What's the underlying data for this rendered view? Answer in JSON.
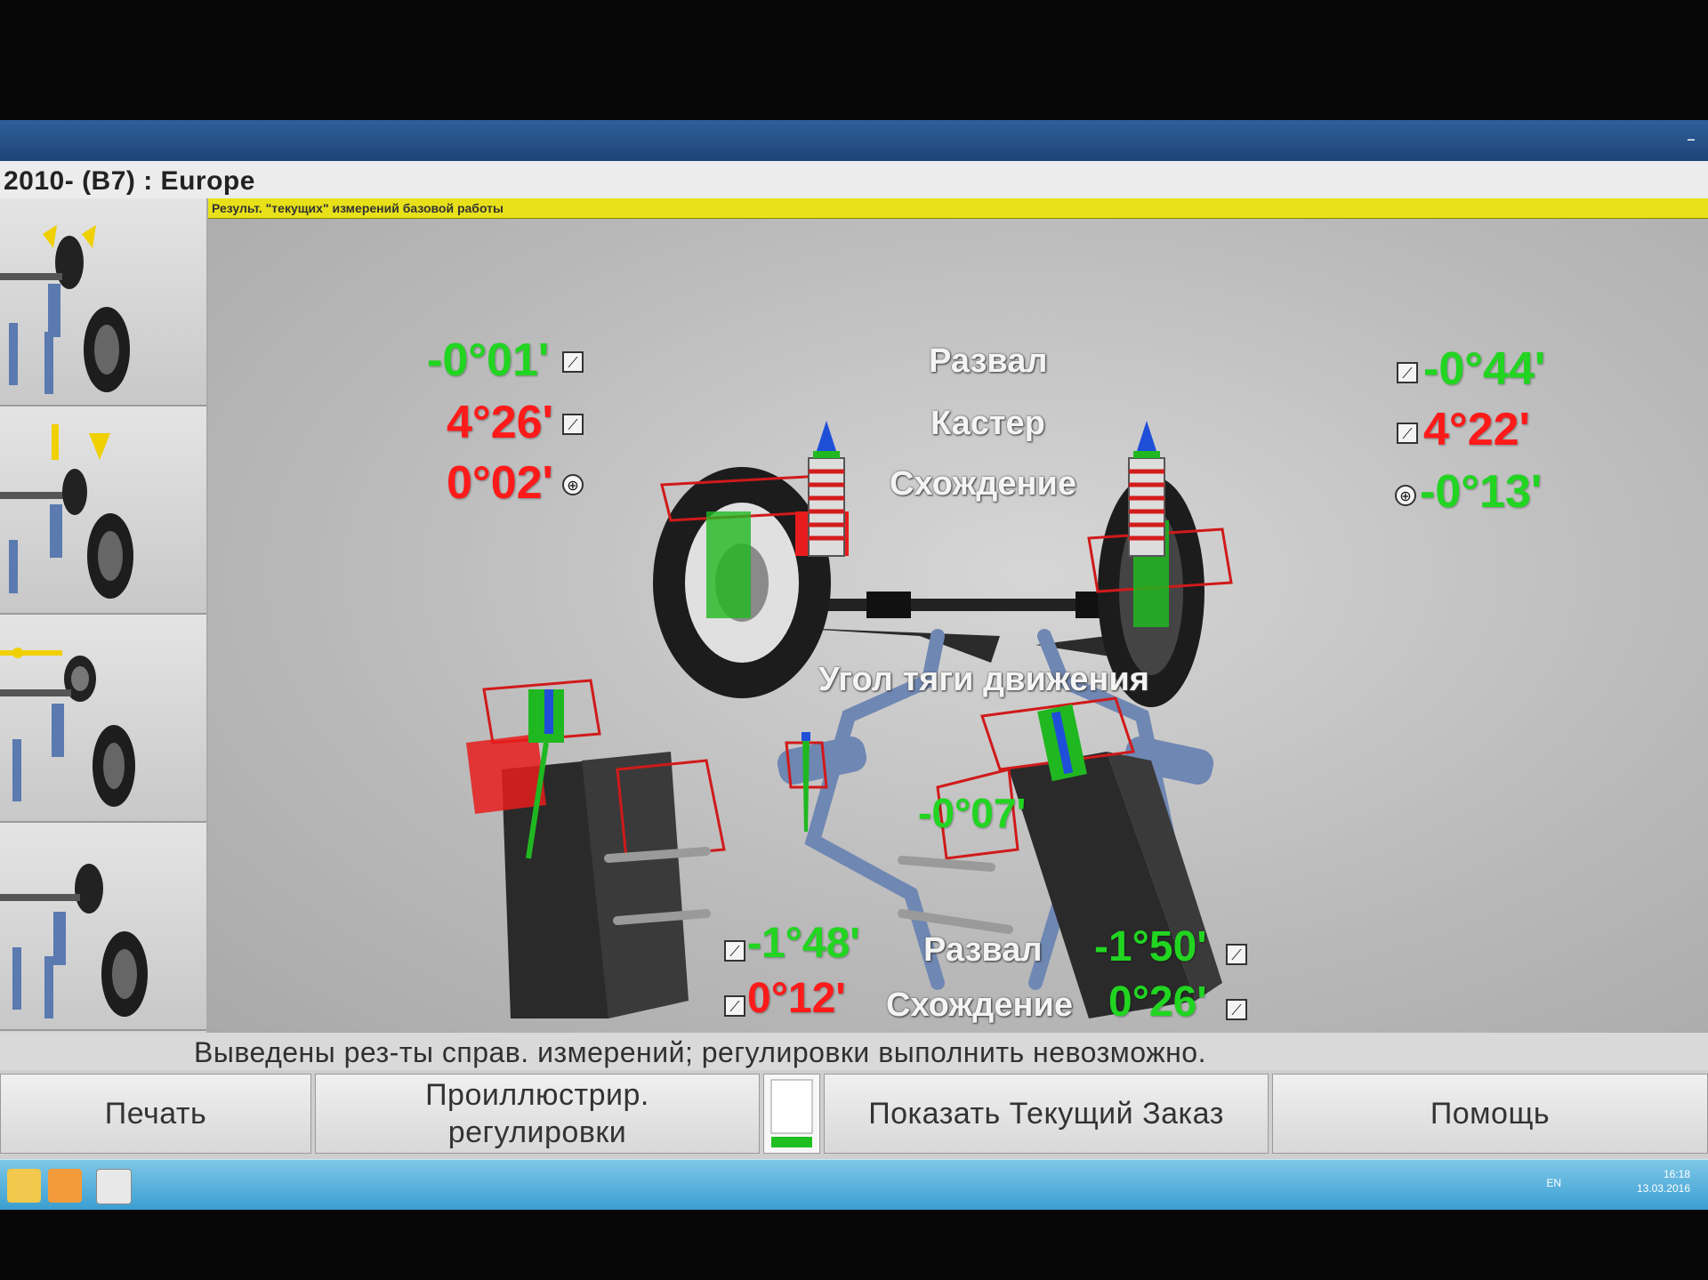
{
  "window": {
    "title": "2010-   (B7) : Europe",
    "minimize_glyph": "–"
  },
  "status_line": "Результ. \"текущих\" измерений базовой работы",
  "labels": {
    "camber": "Развал",
    "caster": "Кастер",
    "toe": "Схождение",
    "thrust_angle": "Угол тяги движения",
    "rear_camber": "Развал",
    "rear_toe": "Схождение"
  },
  "front_left": {
    "camber": "-0°01'",
    "caster": "4°26'",
    "toe": "0°02'"
  },
  "front_right": {
    "camber": "-0°44'",
    "caster": "4°22'",
    "toe": "-0°13'"
  },
  "thrust_angle_value": "-0°07'",
  "rear_left": {
    "camber": "-1°48'",
    "toe": "0°12'"
  },
  "rear_right": {
    "camber": "-1°50'",
    "toe": "0°26'"
  },
  "value_colors": {
    "ok": "#21d521",
    "out_of_spec": "#ff1a1a"
  },
  "icons": {
    "adjust": "wrench-icon",
    "steering": "steering-wheel-icon"
  },
  "message": "Выведены рез-ты справ. измерений; регулировки выполнить невозможно.",
  "buttons": {
    "print": "Печать",
    "illustrated_line1": "Проиллюстрир.",
    "illustrated_line2": "регулировки",
    "show_order": "Показать Текущий Заказ",
    "help": "Помощь"
  },
  "taskbar": {
    "lang": "EN",
    "time": "16:18",
    "date": "13.03.2016"
  }
}
